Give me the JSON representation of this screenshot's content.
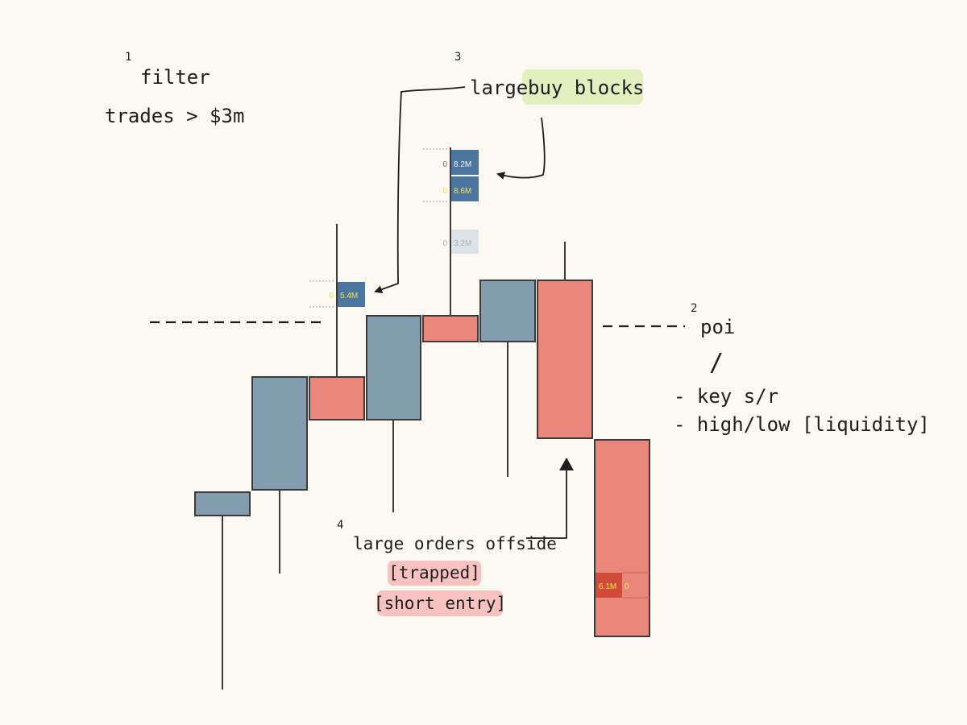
{
  "annotations": {
    "step1": {
      "number": "1",
      "title": "filter",
      "detail": "trades > $3m"
    },
    "step2": {
      "number": "2",
      "title": "poi",
      "slash": "/",
      "items": [
        "- key s/r",
        "- high/low [liquidity]"
      ]
    },
    "step3": {
      "number": "3",
      "text_prefix": "large",
      "text_highlight": "buy blocks"
    },
    "step4": {
      "number": "4",
      "text": "large orders offside",
      "tags": [
        "[trapped]",
        "[short entry]"
      ]
    }
  },
  "colors": {
    "background": "#fcf8f2",
    "bull_candle": "#849dae",
    "bear_candle": "#e8877a",
    "outline": "#3b3b3b",
    "buy_block": "#4b76a0",
    "buy_block_faded": "#dde3e8",
    "sell_block": "#d24a3a",
    "highlight_green": "#e2efbf",
    "highlight_red": "#f7c2c0",
    "block_value_text": "#f3e34a"
  },
  "candles": [
    {
      "direction": "up"
    },
    {
      "direction": "up"
    },
    {
      "direction": "down"
    },
    {
      "direction": "up"
    },
    {
      "direction": "down"
    },
    {
      "direction": "up"
    },
    {
      "direction": "down"
    },
    {
      "direction": "down"
    }
  ],
  "order_blocks": [
    {
      "candle": 2,
      "bid": "0",
      "ask": "5.4M",
      "side": "buy"
    },
    {
      "candle": 4,
      "bid": "0",
      "ask": "8.2M",
      "side": "buy"
    },
    {
      "candle": 4,
      "bid": "0",
      "ask": "8.6M",
      "side": "buy"
    },
    {
      "candle": 4,
      "bid": "0",
      "ask": "3.2M",
      "side": "buy-faded"
    },
    {
      "candle": 7,
      "bid": "6.1M",
      "ask": "0",
      "side": "sell"
    }
  ]
}
